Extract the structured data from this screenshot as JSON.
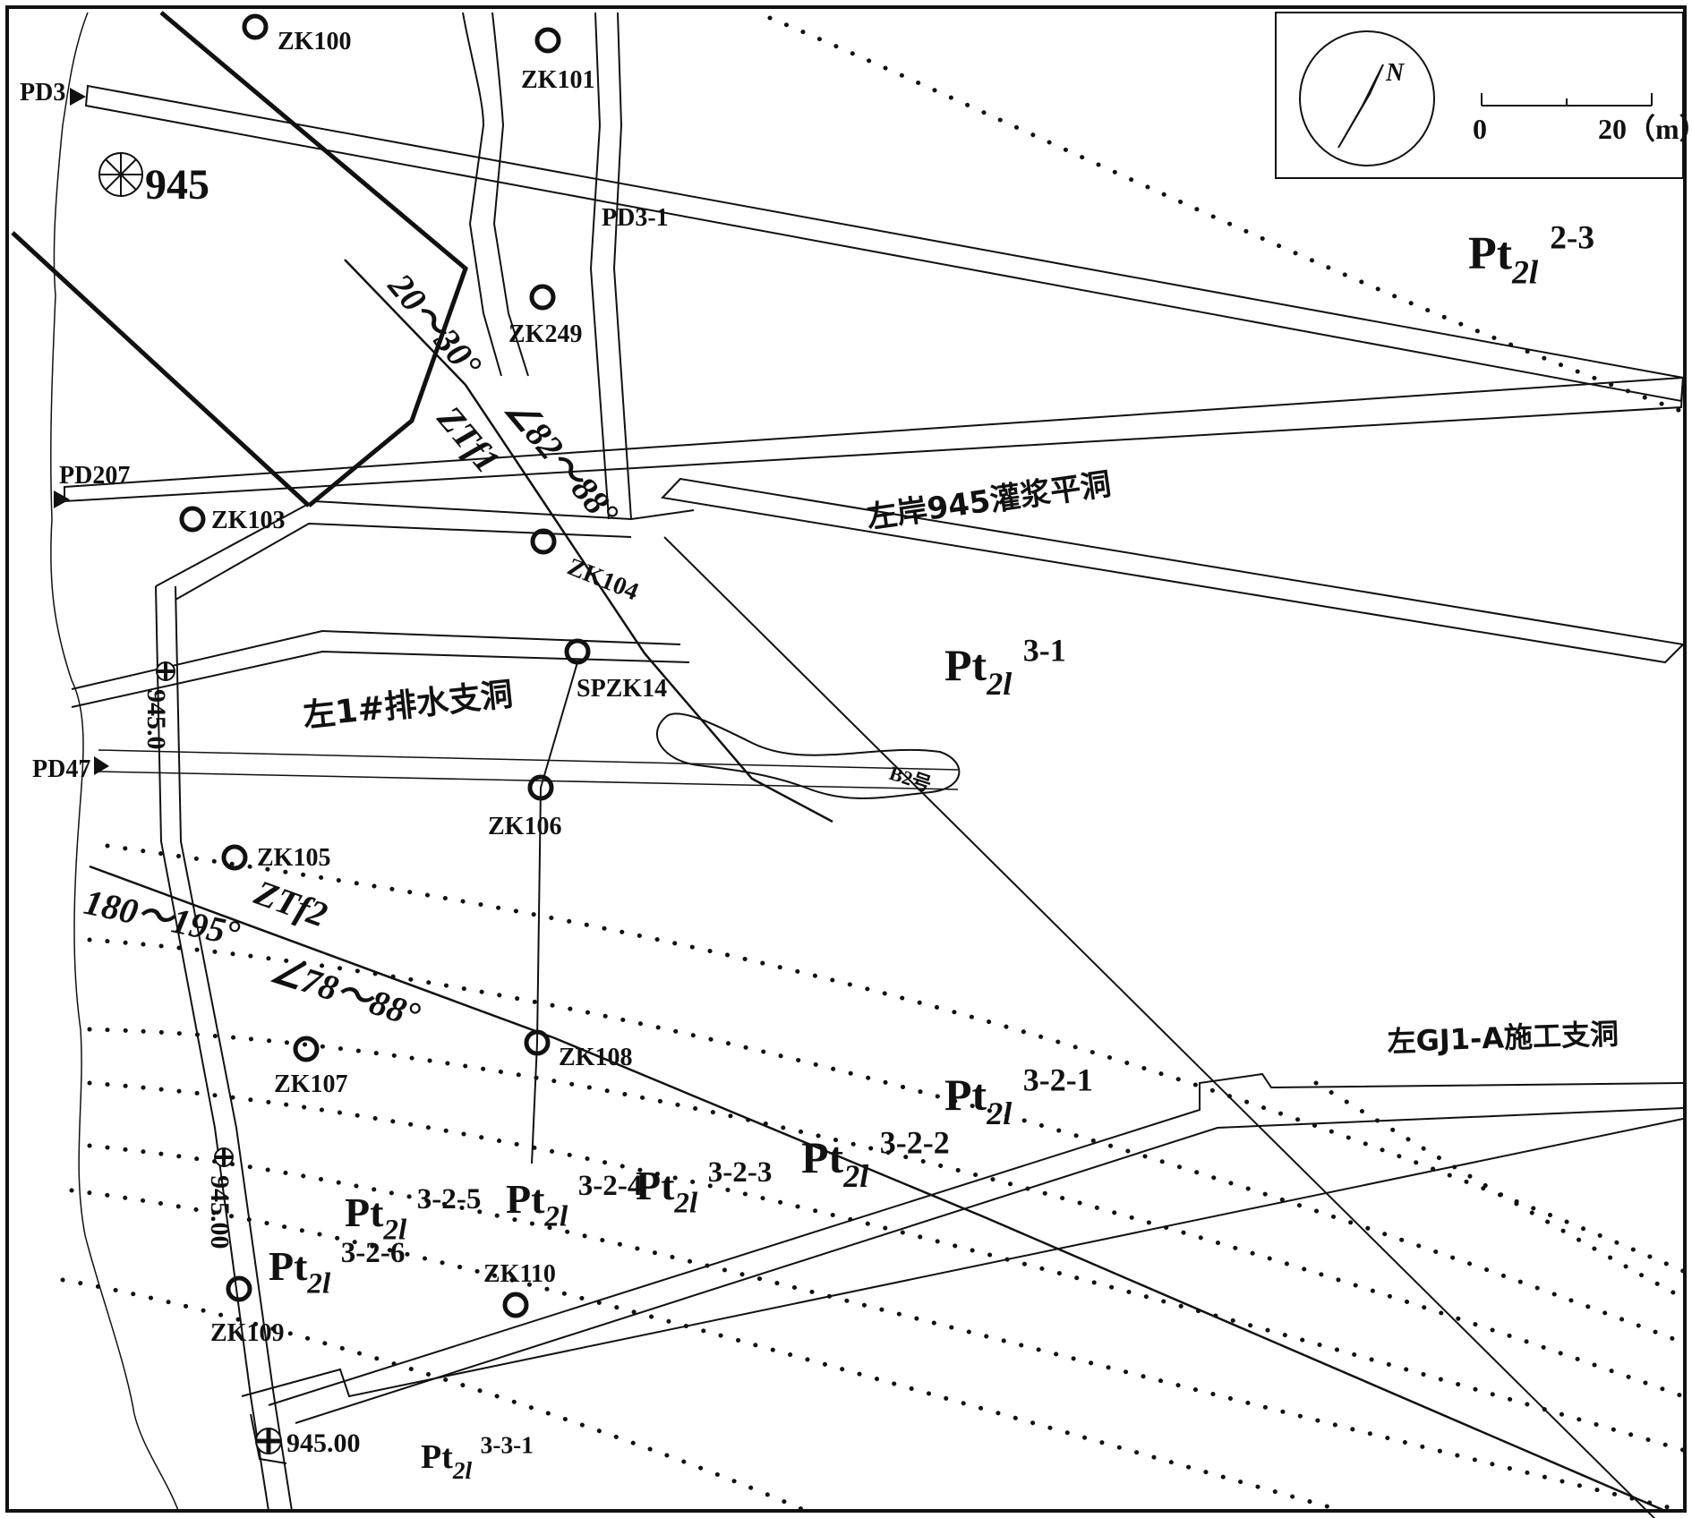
{
  "compass": {
    "north_label": "N"
  },
  "scale_bar": {
    "start": "0",
    "end": "20（m）"
  },
  "boreholes": [
    "ZK100",
    "ZK101",
    "ZK249",
    "ZK103",
    "ZK104",
    "SPZK14",
    "ZK106",
    "ZK105",
    "ZK108",
    "ZK107",
    "ZK110",
    "ZK109"
  ],
  "adits": [
    "PD3",
    "PD3-1",
    "PD207",
    "PD47"
  ],
  "tunnels": {
    "grouting_adit": "左岸945灌浆平洞",
    "drainage_branch": "左1#排水支洞",
    "construction_branch": "左GJ1-A施工支洞"
  },
  "faults": {
    "ztf1": {
      "name": "ZTf1",
      "strike": "20～30°",
      "dip": "∠82～88°"
    },
    "ztf2": {
      "name": "ZTf2",
      "strike": "180～195°",
      "dip": "∠78～88°"
    }
  },
  "karst": {
    "label": "B2号"
  },
  "elevations": {
    "top_left": "945",
    "road_1": "945.0",
    "road_2": "945.00",
    "portal": "945.00"
  },
  "strata": {
    "base": "Pt",
    "sub": "2l",
    "units": [
      "2-3",
      "3-1",
      "3-2-1",
      "3-2-2",
      "3-2-3",
      "3-2-4",
      "3-2-5",
      "3-2-6",
      "3-3-1"
    ]
  }
}
